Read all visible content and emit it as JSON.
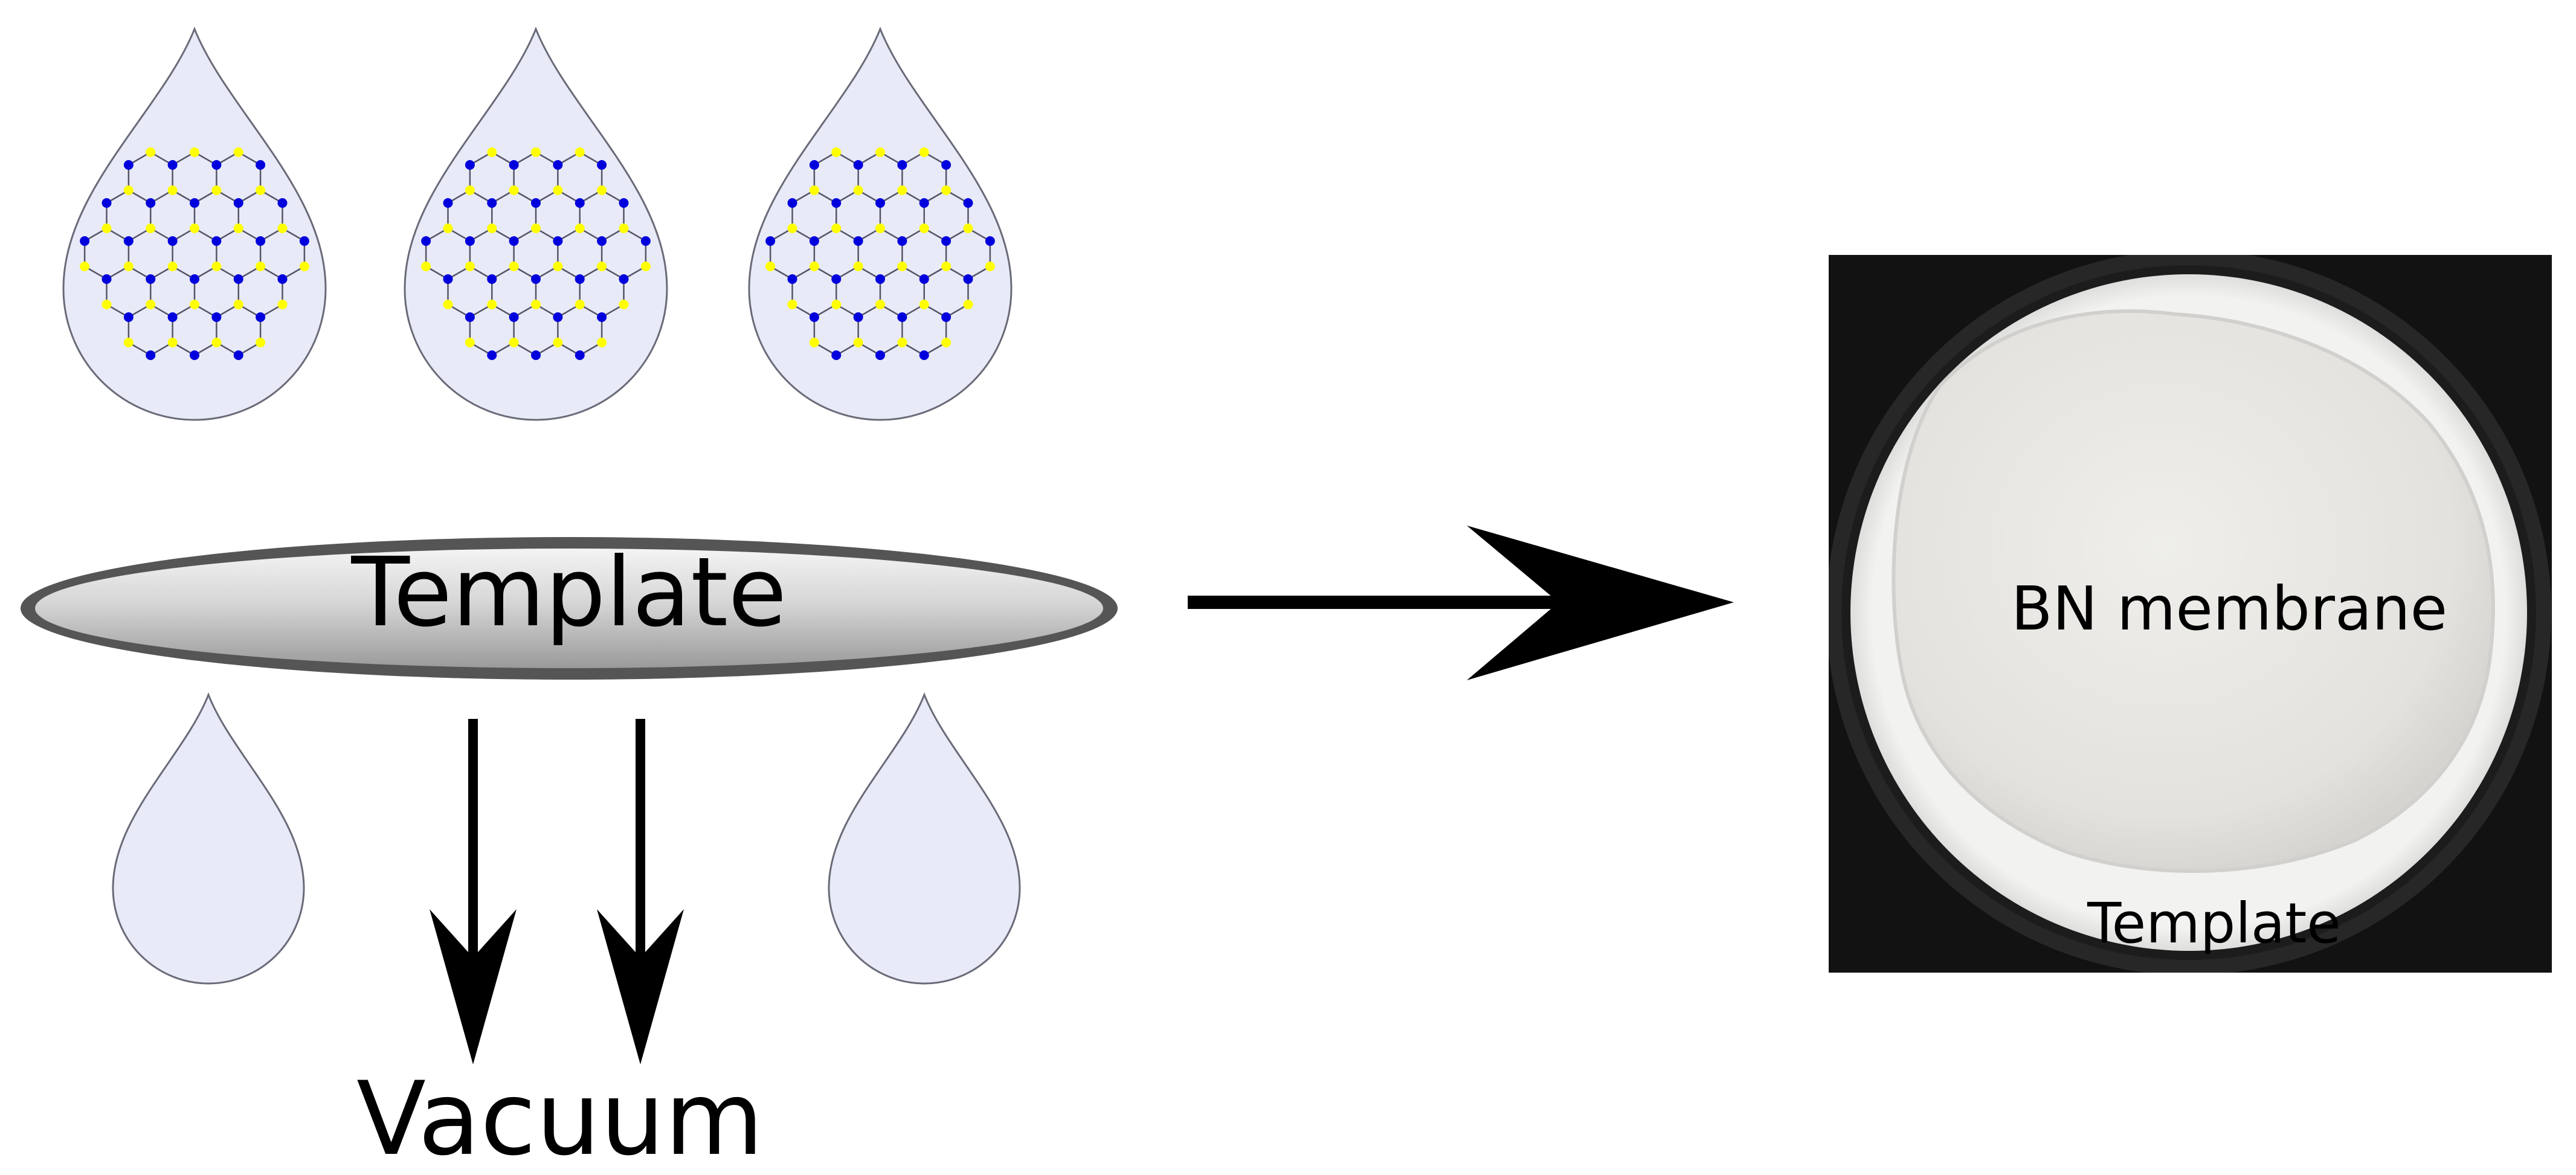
{
  "labels": {
    "template": "Template",
    "vacuum": "Vacuum",
    "membrane": "BN membrane",
    "photo_template": "Template"
  },
  "colors": {
    "droplet_fill": "#e8eaf8",
    "droplet_stroke": "#6a6a78",
    "boron_atom": "#ffff00",
    "nitrogen_atom": "#0000dd",
    "bond": "#555566",
    "template_rim": "#555555",
    "arrow": "#000000",
    "photo_background": "#121212",
    "membrane": "#e9e7e3"
  },
  "icons": {
    "flow_arrow": "arrow-right-icon",
    "vacuum_arrow": "arrow-down-icon"
  }
}
